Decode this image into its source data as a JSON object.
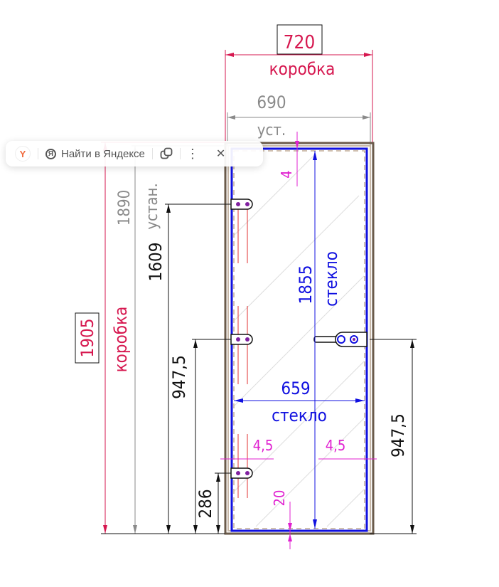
{
  "drawing": {
    "box_width": "720",
    "box_width_label": "коробка",
    "install_width": "690",
    "install_width_label": "уст.",
    "box_height": "1905",
    "box_height_label": "коробка",
    "install_height": "1890",
    "install_height_label": "устан.",
    "hinge_top": "1609",
    "hinge_mid": "947,5",
    "hinge_bottom": "286",
    "handle_height": "947,5",
    "glass_height": "1855",
    "glass_height_label": "стекло",
    "glass_width": "659",
    "glass_width_label": "стекло",
    "gap_top": "4",
    "gap_left": "4,5",
    "gap_right": "4,5",
    "gap_bottom": "20",
    "colors": {
      "red": "#d6174f",
      "gray": "#8a8a8a",
      "blue": "#1010e0",
      "magenta": "#e020d0",
      "black": "#111111"
    }
  },
  "popup": {
    "browser_icon": "Y",
    "search_icon": "Я",
    "search_label": "Найти в Яндексе",
    "copy_icon": "copy-icon",
    "more_icon": "⋮",
    "close_icon": "✕"
  }
}
